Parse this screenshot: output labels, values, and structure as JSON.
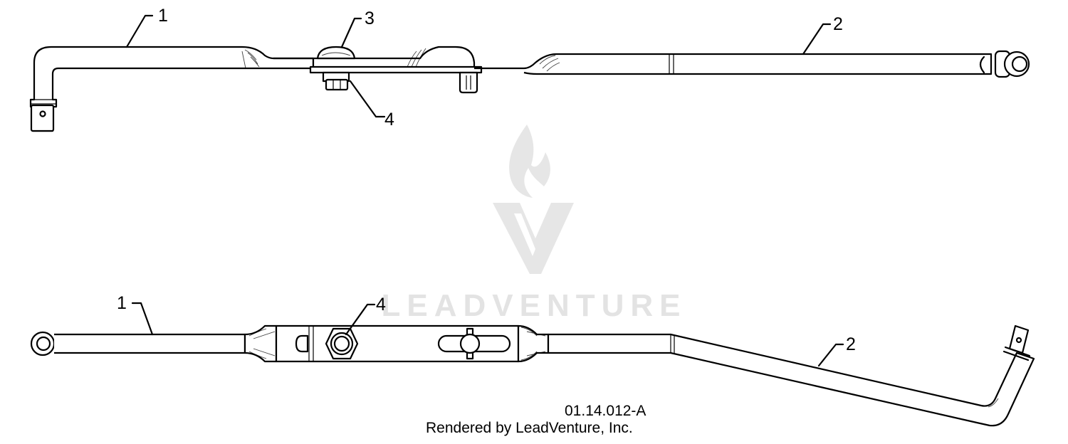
{
  "watermark": {
    "brand": "LEADVENTURE"
  },
  "views": [
    {
      "name": "top-view",
      "callouts": [
        {
          "number": "1",
          "part": "rod-1"
        },
        {
          "number": "3",
          "part": "carriage-bolt"
        },
        {
          "number": "2",
          "part": "rod-2"
        },
        {
          "number": "4",
          "part": "hex-nut"
        }
      ]
    },
    {
      "name": "bottom-view",
      "callouts": [
        {
          "number": "1",
          "part": "rod-1"
        },
        {
          "number": "4",
          "part": "hex-nut"
        },
        {
          "number": "2",
          "part": "rod-2"
        }
      ]
    }
  ],
  "diagram_id": "01.14.012-A",
  "rendered_by": "Rendered by LeadVenture, Inc."
}
